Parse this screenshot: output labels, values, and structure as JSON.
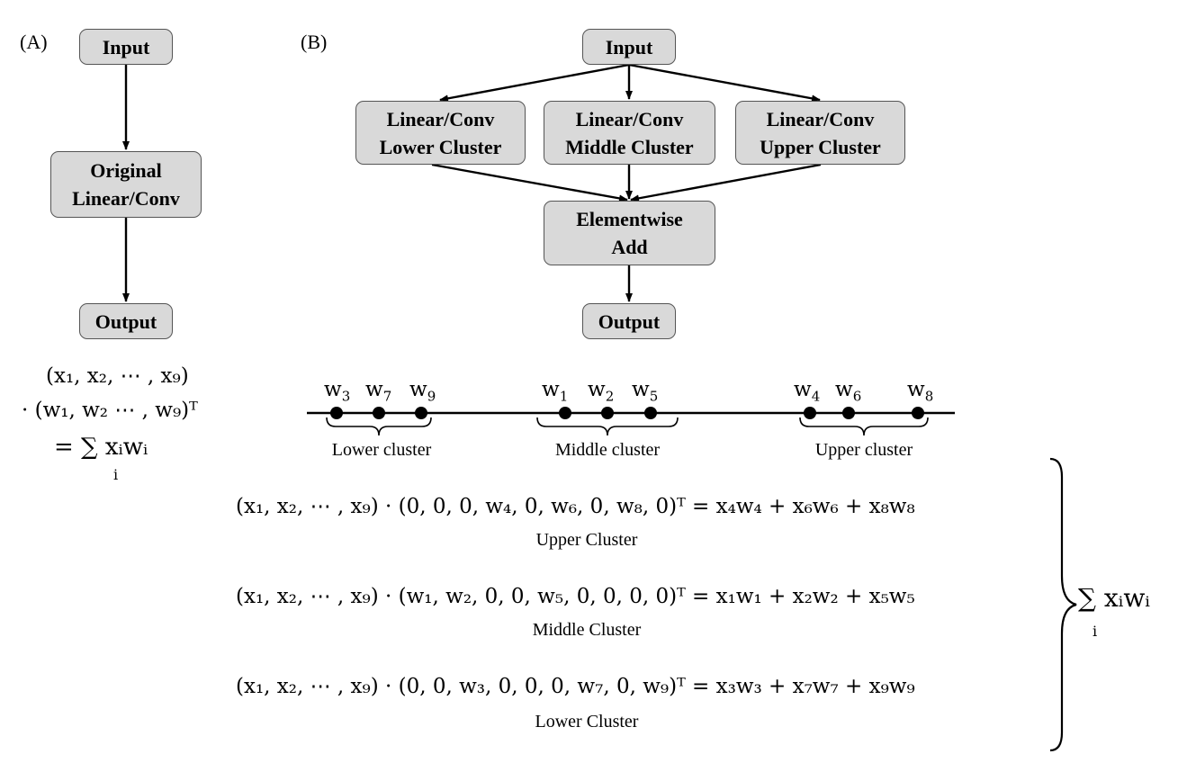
{
  "panel_a": {
    "tag": "(A)",
    "input": "Input",
    "middle_line1": "Original",
    "middle_line2": "Linear/Conv",
    "output": "Output",
    "eq_line1": "(x₁, x₂, ⋯ , x₉)",
    "eq_line2": "· (w₁, w₂ ⋯ , w₉)ᵀ",
    "eq_line3": "= ∑ xᵢwᵢ",
    "eq_sum_index": "i"
  },
  "panel_b": {
    "tag": "(B)",
    "input": "Input",
    "lower_line1": "Linear/Conv",
    "lower_line2": "Lower Cluster",
    "middle_line1": "Linear/Conv",
    "middle_line2": "Middle Cluster",
    "upper_line1": "Linear/Conv",
    "upper_line2": "Upper Cluster",
    "add_line1": "Elementwise",
    "add_line2": "Add",
    "output": "Output"
  },
  "number_line": {
    "weights": [
      "w3",
      "w7",
      "w9",
      "w1",
      "w2",
      "w5",
      "w4",
      "w6",
      "w8"
    ],
    "lower_label": "Lower cluster",
    "middle_label": "Middle cluster",
    "upper_label": "Upper cluster"
  },
  "equations": {
    "upper": "(x₁, x₂, ⋯ , x₉) · (0, 0, 0, w₄, 0, w₆, 0, w₈, 0)ᵀ = x₄w₄ + x₆w₆ + x₈w₈",
    "upper_caption": "Upper Cluster",
    "middle": "(x₁, x₂, ⋯ , x₉) · (w₁, w₂, 0, 0, w₅, 0, 0, 0, 0)ᵀ = x₁w₁ + x₂w₂ + x₅w₅",
    "middle_caption": "Middle Cluster",
    "lower": "(x₁, x₂, ⋯ , x₉) · (0, 0, w₃, 0, 0, 0, w₇, 0, w₉)ᵀ = x₃w₃ + x₇w₇ + x₉w₉",
    "lower_caption": "Lower Cluster",
    "total": "∑ xᵢwᵢ",
    "total_index": "i"
  }
}
